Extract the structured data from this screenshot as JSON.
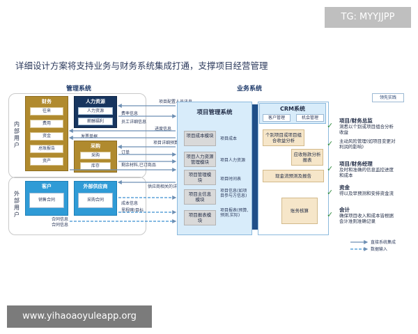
{
  "watermark_top": "TG: MYYJJPP",
  "heading": "详细设计方案将支持业务与财务系统集成打通，支撑项目经营管理",
  "mgmt_title": "管理系统",
  "biz_title": "业务系统",
  "lead_button": "领先实践",
  "internal_user": "内部用户",
  "external_user": "外部用户",
  "finance": {
    "title": "财务",
    "items": [
      "往来",
      "费用",
      "资金",
      "总账报告",
      "资产"
    ]
  },
  "hr": {
    "title": "人力资源",
    "items": [
      "人力资源",
      "薪酬福利"
    ]
  },
  "purchase": {
    "title": "采购",
    "items": [
      "采购",
      "库存"
    ]
  },
  "customer": {
    "title": "客户",
    "doc": "销售合同"
  },
  "supplier": {
    "title": "外部供应商",
    "doc": "采购合同"
  },
  "pm_system": {
    "title": "项目管理系统",
    "modules": [
      "项目成本模块",
      "项目人力资源管理模块",
      "项目管理模块",
      "项目主信息模块",
      "项目报表模块"
    ],
    "labels": [
      "项目成本",
      "项目人力资源",
      "项目时间表",
      "项目信息(如项目参与方信息)",
      "项目报表(预算,预测,实际)"
    ]
  },
  "crm": {
    "title": "CRM系统",
    "items": [
      "客户管理",
      "机会管理"
    ]
  },
  "scrolls": [
    "个别项目或项目组合收益分析",
    "应收账款分析报表",
    "现金流预测及报告",
    "账务核算"
  ],
  "flows": {
    "proj_config": "项目配置人员讯息",
    "rate_info": "费率信息",
    "staff_info": "员工详细信息",
    "progress_info": "进度信息",
    "invoice_bill": "发票单据",
    "proj_budget": "项目详细预算及信息",
    "order": "订单",
    "remaining": "剩余材料,已订商品",
    "supplier_budget": "供应商相关的详细预算",
    "cost_info": "成本信息",
    "milestone": "里程碑/目标",
    "contract_info": "合同信息",
    "contract_info2": "合同信息"
  },
  "roles": [
    {
      "title": "项目/财务总监",
      "lines": [
        "洞悉以个别或项目组合分析",
        "收益",
        "主动风险管理(如项目变更对",
        "利润的影响)"
      ]
    },
    {
      "title": "项目/财务经理",
      "lines": [
        "及时和准确的信息监控进度",
        "和成本"
      ]
    },
    {
      "title": "资金",
      "lines": [
        "得以及早预测和安排资金流"
      ]
    },
    {
      "title": "会计",
      "lines": [
        "确保项目收入和成本皆根据",
        "会计准则准确记录"
      ]
    }
  ],
  "legend": {
    "integration": "直接系统集成",
    "input": "数据输入"
  },
  "watermark_bottom": "www.yihaoaoyuleapp.org"
}
